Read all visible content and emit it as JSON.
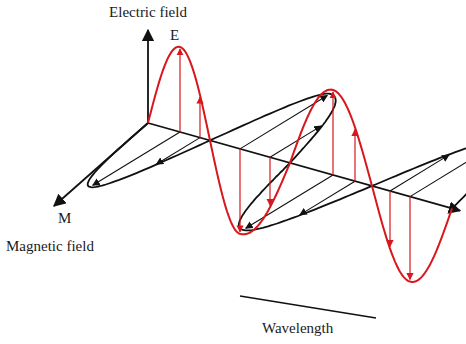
{
  "diagram": {
    "labels": [
      "Electric field",
      "E",
      "M",
      "Magnetic field",
      "Wavelength"
    ]
  }
}
